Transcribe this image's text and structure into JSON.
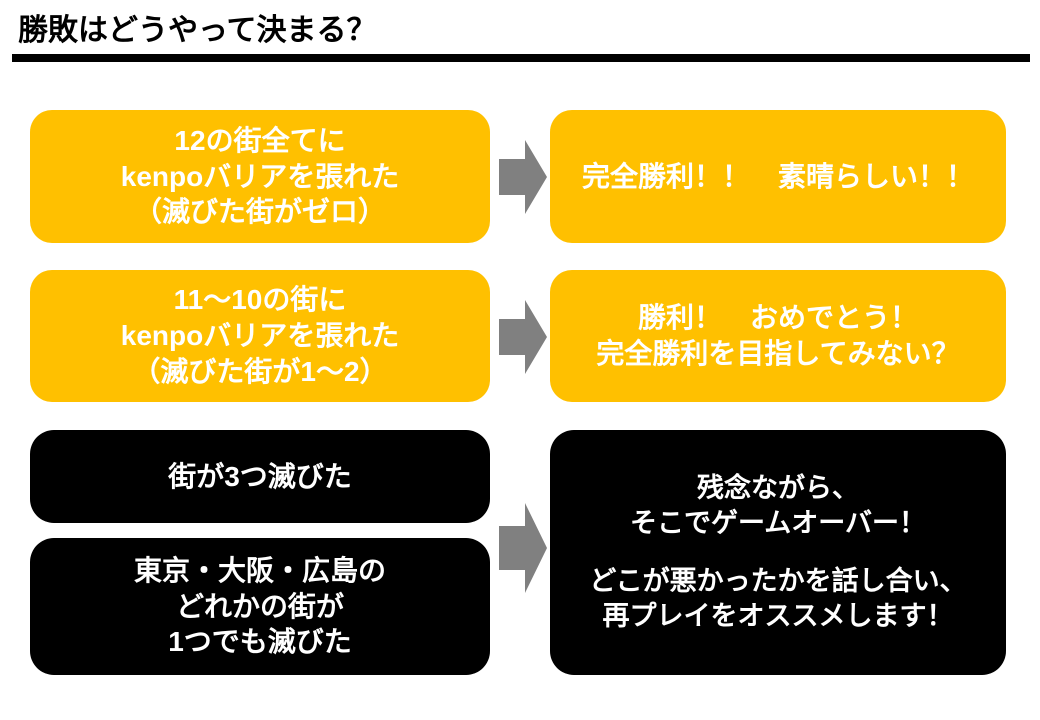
{
  "slide": {
    "title": "勝敗はどうやって決まる？",
    "background": "#FFFFFF",
    "accent_yellow": "#FFC000",
    "accent_black": "#000000",
    "arrow_color": "#808080"
  },
  "rows": [
    {
      "condition": {
        "style": "yellow",
        "lines": [
          "12の街全てに",
          "kenpoバリアを張れた",
          "（滅びた街がゼロ）"
        ]
      },
      "arrow": "right-arrow-icon",
      "result": {
        "style": "yellow",
        "lines": [
          "完全勝利！！　素晴らしい！！"
        ]
      }
    },
    {
      "condition": {
        "style": "yellow",
        "lines": [
          "11〜10の街に",
          "kenpoバリアを張れた",
          "（滅びた街が1〜2）"
        ]
      },
      "arrow": "right-arrow-icon",
      "result": {
        "style": "yellow",
        "lines": [
          "勝利！　おめでとう！",
          "完全勝利を目指してみない？"
        ]
      }
    },
    {
      "condition": {
        "style": "black",
        "lines": [
          "街が3つ滅びた"
        ]
      },
      "condition2": {
        "style": "black",
        "lines": [
          "東京・大阪・広島の",
          "どれかの街が",
          "1つでも滅びた"
        ]
      },
      "arrow": "right-arrow-icon",
      "result": {
        "style": "black",
        "lines": [
          "残念ながら、",
          "そこでゲームオーバー！",
          "",
          "どこが悪かったかを話し合い、",
          "再プレイをオススメします！"
        ]
      }
    }
  ]
}
